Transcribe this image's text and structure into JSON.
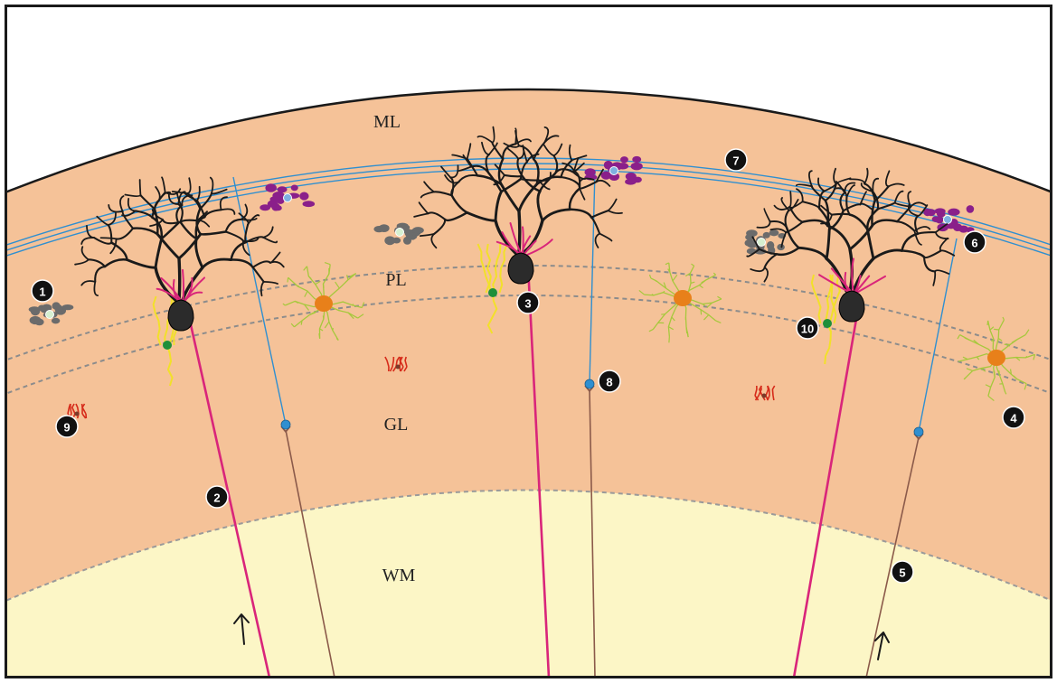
{
  "layers": [
    {
      "key": "ml",
      "label": "ML"
    },
    {
      "key": "pl",
      "label": "PL"
    },
    {
      "key": "gl",
      "label": "GL"
    },
    {
      "key": "wm",
      "label": "WM"
    }
  ],
  "markers": [
    "1",
    "2",
    "3",
    "4",
    "5",
    "6",
    "7",
    "8",
    "9",
    "10"
  ],
  "colors": {
    "frame": "#1a1a1a",
    "cortex": "#f5c298",
    "white_matter": "#fcf6c6",
    "purkinje": "#1a1a1a",
    "climbing_fiber": "#d9257a",
    "parallel_fiber": "#2f8fd0",
    "mossy_fiber": "#8b5a4a",
    "stellate_basket": "#8a1f8a",
    "golgi_soma": "#e8801a",
    "golgi_dendrite": "#a6c83c",
    "granule_cell": "#6b6b6b",
    "lugaro": "#d62b1a",
    "bergmann_glia": "#f2e02a",
    "boundary": "#9a9a9a"
  }
}
